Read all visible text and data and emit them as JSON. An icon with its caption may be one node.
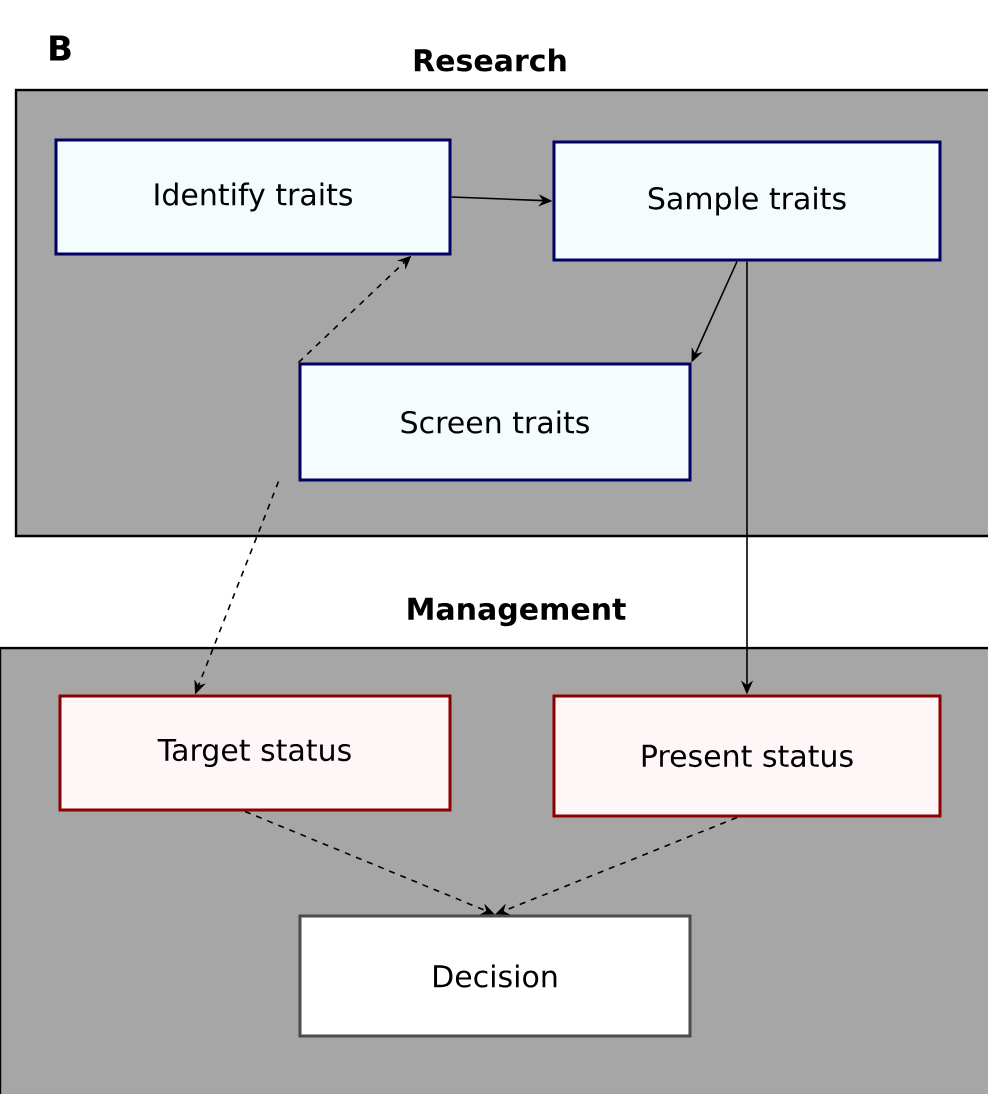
{
  "diagram": {
    "nodes": [
      {
        "text": [
          "Research"
        ]
      },
      {
        "text": [
          "Identify traits"
        ],
        "in": 0
      },
      {
        "text": [
          "Sample traits"
        ],
        "in": 0
      },
      {
        "text": [
          "Screen traits"
        ],
        "in": 0
      },
      {
        "text": [
          "Management"
        ]
      },
      {
        "text": [
          "Target status"
        ],
        "in": 4
      },
      {
        "text": [
          "Present status"
        ],
        "in": 4
      },
      {
        "text": [
          "Decision"
        ],
        "in": 4
      }
    ],
    "edges": [
      {
        "from": 1,
        "to": 2,
        "arrow": "to"
      },
      {
        "from": 2,
        "to": 3,
        "arrow": "to"
      },
      {
        "from": 3,
        "to": 1,
        "arrow": "to",
        "style": "dashed"
      },
      {
        "from": 3,
        "to": 5,
        "arrow": "to",
        "style": "dashed"
      },
      {
        "from": 2,
        "to": 6,
        "arrow": "to"
      },
      {
        "from": 5,
        "to": 7,
        "arrow": "to",
        "style": "dashed"
      },
      {
        "from": 6,
        "to": 7,
        "arrow": "to",
        "style": "dashed"
      }
    ],
    "labels": [
      "B"
    ]
  }
}
